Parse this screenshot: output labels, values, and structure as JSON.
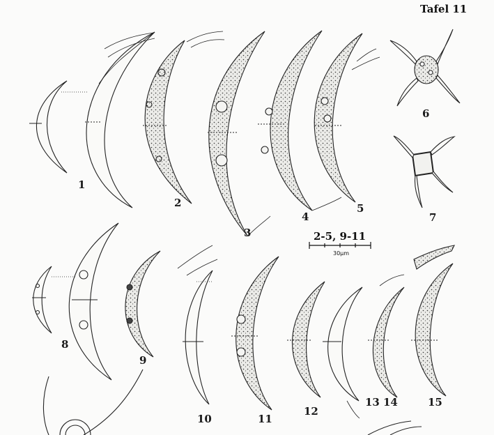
{
  "plate": {
    "title": "Tafel 11"
  },
  "scale_bar": {
    "figures": "2-5, 9-11",
    "unit_label": "30µm"
  },
  "figures": [
    {
      "id": "fig-1",
      "number": "1"
    },
    {
      "id": "fig-2",
      "number": "2"
    },
    {
      "id": "fig-3",
      "number": "3"
    },
    {
      "id": "fig-4",
      "number": "4"
    },
    {
      "id": "fig-5",
      "number": "5"
    },
    {
      "id": "fig-6",
      "number": "6"
    },
    {
      "id": "fig-7",
      "number": "7"
    },
    {
      "id": "fig-8",
      "number": "8"
    },
    {
      "id": "fig-9",
      "number": "9"
    },
    {
      "id": "fig-10",
      "number": "10"
    },
    {
      "id": "fig-11",
      "number": "11"
    },
    {
      "id": "fig-12",
      "number": "12"
    },
    {
      "id": "fig-13",
      "number": "13"
    },
    {
      "id": "fig-14",
      "number": "14"
    },
    {
      "id": "fig-15",
      "number": "15"
    }
  ]
}
